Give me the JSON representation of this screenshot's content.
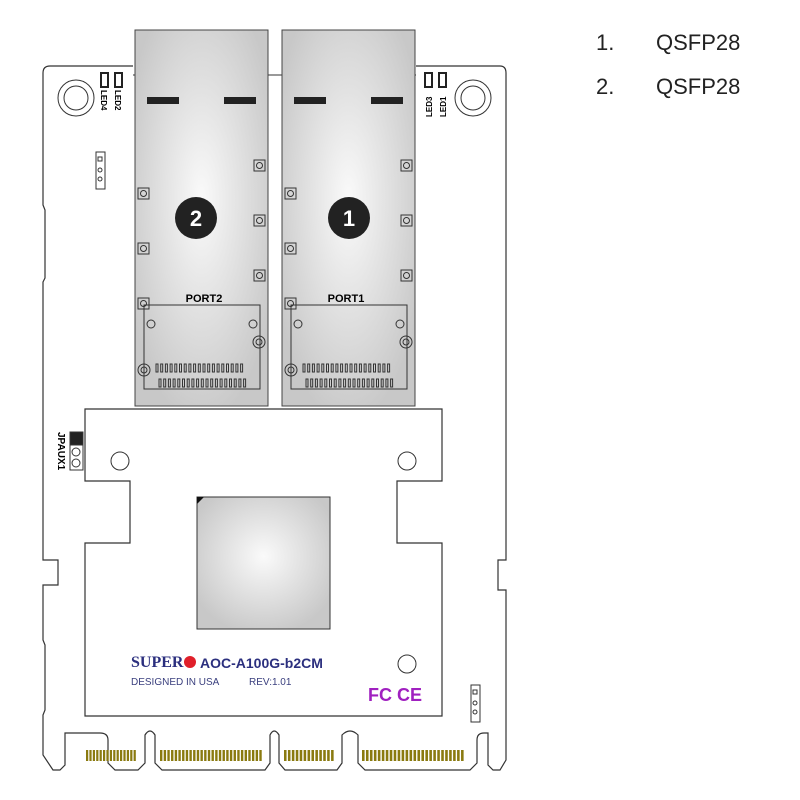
{
  "legend": [
    {
      "number": "1.",
      "label": "QSFP28"
    },
    {
      "number": "2.",
      "label": "QSFP28"
    }
  ],
  "board": {
    "ports": [
      {
        "callout": "1",
        "label": "PORT1"
      },
      {
        "callout": "2",
        "label": "PORT2"
      }
    ],
    "leds": [
      "LED1",
      "LED2",
      "LED3",
      "LED4"
    ],
    "jumper": "JPAUX1",
    "brand": "SUPER",
    "model": "AOC-A100G-b2CM",
    "designed": "DESIGNED IN USA",
    "revision": "REV:1.01",
    "cert": "FC CE",
    "colors": {
      "brand": "#2b2f7e",
      "cert": "#a020c0",
      "gold": "#8a7a10",
      "logo_dot": "#e0202a"
    }
  }
}
